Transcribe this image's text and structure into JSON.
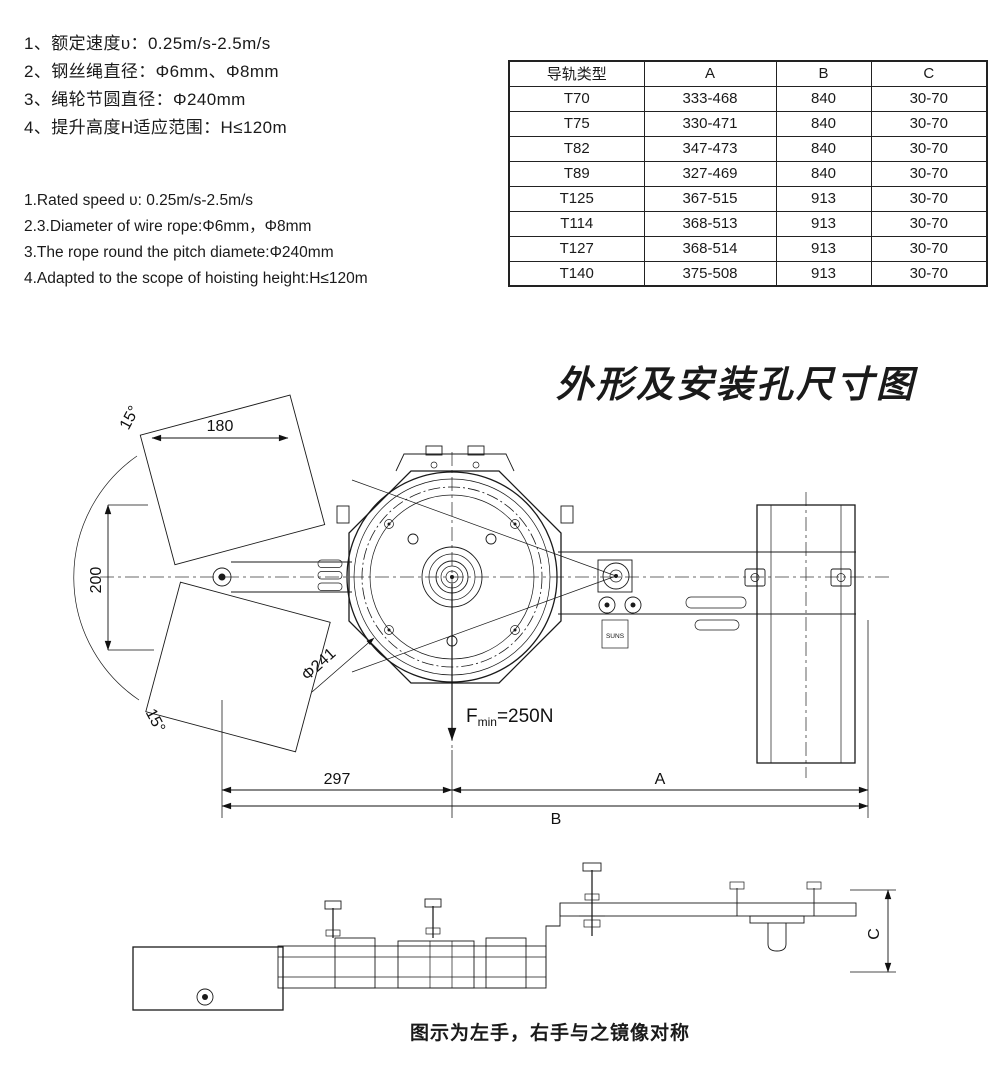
{
  "specs_cn": [
    "1、额定速度υ：0.25m/s-2.5m/s",
    "2、钢丝绳直径：Φ6mm、Φ8mm",
    "3、绳轮节圆直径：Φ240mm",
    "4、提升高度H适应范围：H≤120m"
  ],
  "specs_en": [
    "1.Rated speed υ: 0.25m/s-2.5m/s",
    "2.3.Diameter of wire rope:Φ6mm，Φ8mm",
    "3.The rope round the pitch diamete:Φ240mm",
    "4.Adapted to the scope of hoisting height:H≤120m"
  ],
  "table": {
    "headers": [
      "导轨类型",
      "A",
      "B",
      "C"
    ],
    "rows": [
      [
        "T70",
        "333-468",
        "840",
        "30-70"
      ],
      [
        "T75",
        "330-471",
        "840",
        "30-70"
      ],
      [
        "T82",
        "347-473",
        "840",
        "30-70"
      ],
      [
        "T89",
        "327-469",
        "840",
        "30-70"
      ],
      [
        "T125",
        "367-515",
        "913",
        "30-70"
      ],
      [
        "T114",
        "368-513",
        "913",
        "30-70"
      ],
      [
        "T127",
        "368-514",
        "913",
        "30-70"
      ],
      [
        "T140",
        "375-508",
        "913",
        "30-70"
      ]
    ]
  },
  "drawing_title": "外形及安装孔尺寸图",
  "dims": {
    "d180": "180",
    "d200": "200",
    "angle_top": "15°",
    "angle_bottom": "15°",
    "phi": "Φ241",
    "f_sym": "F",
    "f_sub": "min",
    "f_val": "=250N",
    "d297": "297",
    "a": "A",
    "b": "B",
    "c": "C"
  },
  "labels": {
    "device_tag": "SUNS"
  },
  "footer_note": "图示为左手，右手与之镜像对称"
}
